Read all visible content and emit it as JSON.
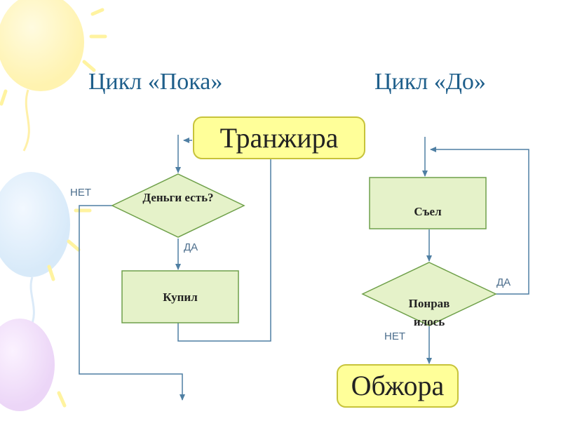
{
  "titles": {
    "while_loop": "Цикл «Пока»",
    "until_loop": "Цикл «До»"
  },
  "while_diagram": {
    "start_terminal": "Транжира",
    "condition": "Деньги есть?",
    "process": "Купил",
    "yes_label": "ДА",
    "no_label": "НЕТ"
  },
  "until_diagram": {
    "process": "Съел",
    "condition_line1": "Понрав",
    "condition_line2": "илось",
    "yes_label": "ДА",
    "no_label": "НЕТ",
    "end_terminal": "Обжора"
  },
  "colors": {
    "title": "#1f5f8b",
    "shape_fill": "#e5f2c9",
    "shape_stroke": "#6fa04a",
    "terminal_fill": "#ffff99",
    "terminal_stroke": "#c7c33a",
    "connector": "#4f7fa3"
  }
}
